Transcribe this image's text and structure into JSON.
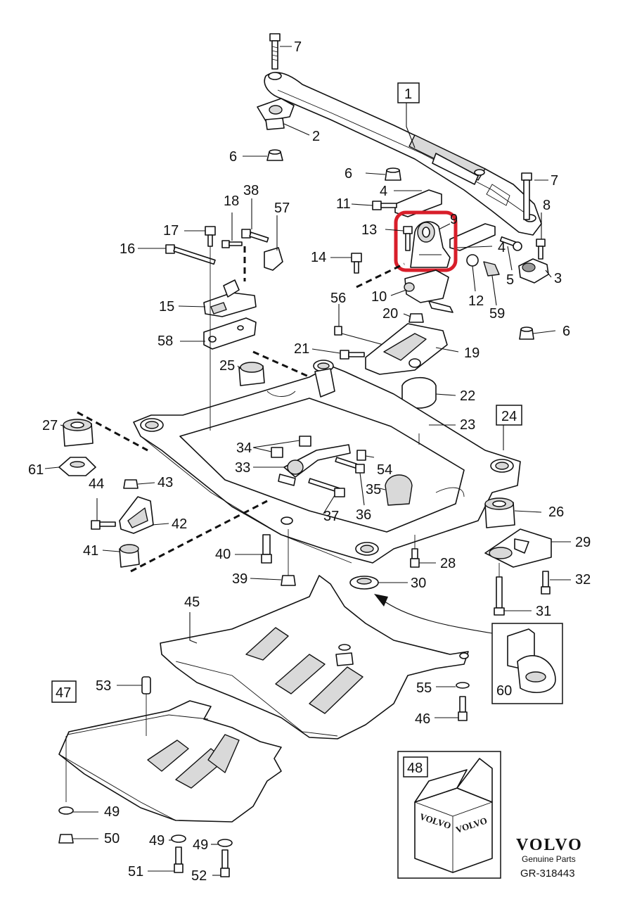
{
  "callouts": {
    "c7a": "7",
    "c2": "2",
    "c6a": "6",
    "c1": "1",
    "c6b": "6",
    "c4a": "4",
    "c7b": "7",
    "c8": "8",
    "c11": "11",
    "c9": "9",
    "c13": "13",
    "c4b": "4",
    "c5": "5",
    "c3": "3",
    "c14": "14",
    "c10": "10",
    "c12": "12",
    "c59": "59",
    "c6c": "6",
    "c18": "18",
    "c38": "38",
    "c57": "57",
    "c17": "17",
    "c16": "16",
    "c15": "15",
    "c58": "58",
    "c56": "56",
    "c20": "20",
    "c21": "21",
    "c19": "19",
    "c25": "25",
    "c22": "22",
    "c23": "23",
    "c24": "24",
    "c27": "27",
    "c61": "61",
    "c34": "34",
    "c33": "33",
    "c54": "54",
    "c35": "35",
    "c37": "37",
    "c36": "36",
    "c44": "44",
    "c43": "43",
    "c42": "42",
    "c41": "41",
    "c40": "40",
    "c39": "39",
    "c28": "28",
    "c26": "26",
    "c29": "29",
    "c30": "30",
    "c32": "32",
    "c31": "31",
    "c45": "45",
    "c60": "60",
    "c47": "47",
    "c53": "53",
    "c55": "55",
    "c46": "46",
    "c48": "48",
    "c49a": "49",
    "c50": "50",
    "c49b": "49",
    "c49c": "49",
    "c51": "51",
    "c52": "52"
  },
  "kit_box": {
    "text_a": "VOLVO",
    "text_b": "VOLVO"
  },
  "brand": {
    "name": "VOLVO",
    "tagline": "Genuine Parts",
    "code": "GR-318443"
  },
  "colors": {
    "highlight": "#d81e2a",
    "line": "#111111"
  }
}
